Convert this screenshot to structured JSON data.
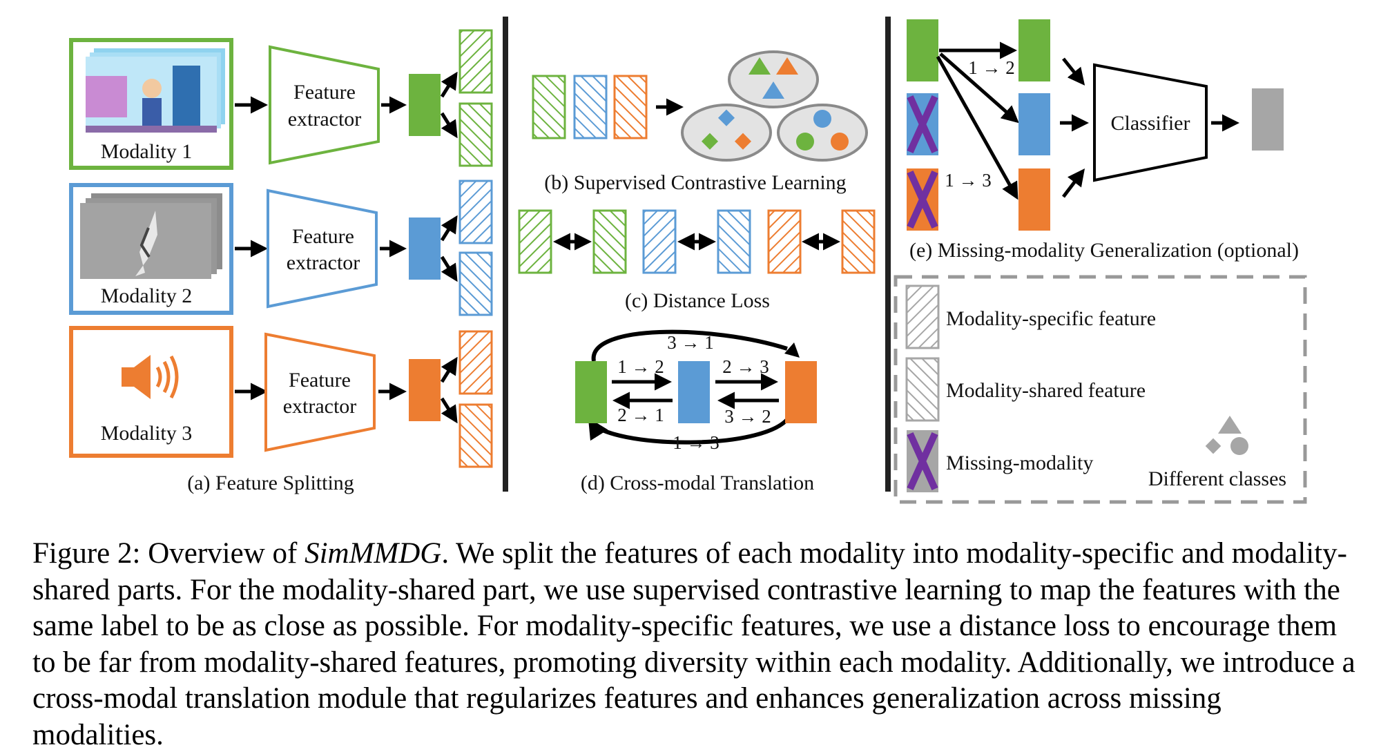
{
  "colors": {
    "green": "#6db33f",
    "blue": "#5b9bd5",
    "orange": "#ed7d31",
    "gray": "#a6a6a6",
    "purple": "#7030a0",
    "dashed_border": "#999999"
  },
  "panel_a": {
    "caption": "(a) Feature Splitting",
    "modalities": [
      {
        "label": "Modality 1",
        "extractor_line1": "Feature",
        "extractor_line2": "extractor",
        "color": "#6db33f",
        "icon": "video-frames-icon"
      },
      {
        "label": "Modality 2",
        "extractor_line1": "Feature",
        "extractor_line2": "extractor",
        "color": "#5b9bd5",
        "icon": "optical-flow-frames-icon"
      },
      {
        "label": "Modality 3",
        "extractor_line1": "Feature",
        "extractor_line2": "extractor",
        "color": "#ed7d31",
        "icon": "speaker-icon"
      }
    ]
  },
  "panel_b": {
    "caption": "(b) Supervised Contrastive Learning"
  },
  "panel_c": {
    "caption": "(c) Distance Loss"
  },
  "panel_d": {
    "caption": "(d) Cross-modal Translation",
    "arrows": {
      "top": "3 → 1",
      "bottom": "1 → 3",
      "a12": "1 → 2",
      "a21": "2 → 1",
      "a23": "2 → 3",
      "a32": "3 → 2"
    }
  },
  "panel_e": {
    "caption": "(e) Missing-modality Generalization (optional)",
    "classifier_label": "Classifier",
    "arrow_1_2": "1 → 2",
    "arrow_1_3": "1 → 3"
  },
  "legend": {
    "specific": "Modality-specific feature",
    "shared": "Modality-shared feature",
    "missing": "Missing-modality",
    "classes": "Different classes"
  },
  "caption": {
    "title_prefix": "Figure 2: Overview of ",
    "title_italic": "SimMMDG",
    "body": ". We split the features of each modality into modality-specific and modality-shared parts. For the modality-shared part, we use supervised contrastive learning to map the features with the same label to be as close as possible. For modality-specific features, we use a distance loss to encourage them to be far from modality-shared features, promoting diversity within each modality. Additionally, we introduce a cross-modal translation module that regularizes features and enhances generalization across missing modalities."
  }
}
